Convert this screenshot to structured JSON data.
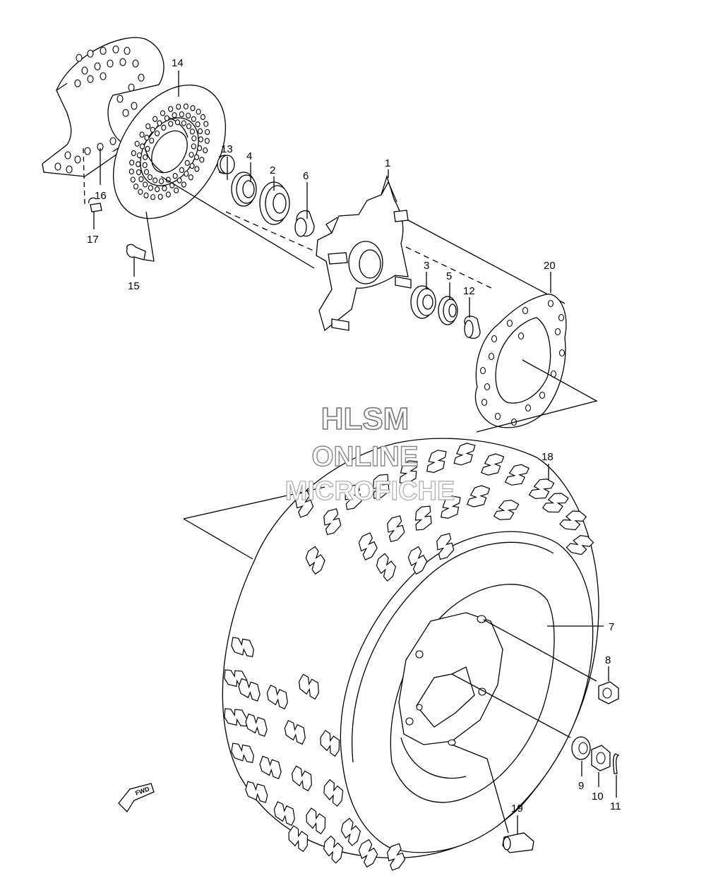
{
  "watermark": {
    "line1": "HLSM",
    "line2": "ONLINE",
    "line3": "MICROFICHE"
  },
  "callouts": [
    "1",
    "2",
    "3",
    "4",
    "5",
    "6",
    "7",
    "8",
    "9",
    "10",
    "11",
    "12",
    "13",
    "14",
    "15",
    "16",
    "17",
    "18",
    "19",
    "20"
  ],
  "fwd_label": "FWD",
  "colors": {
    "ink": "#000000",
    "paper": "#ffffff",
    "watermark": "#777777"
  }
}
